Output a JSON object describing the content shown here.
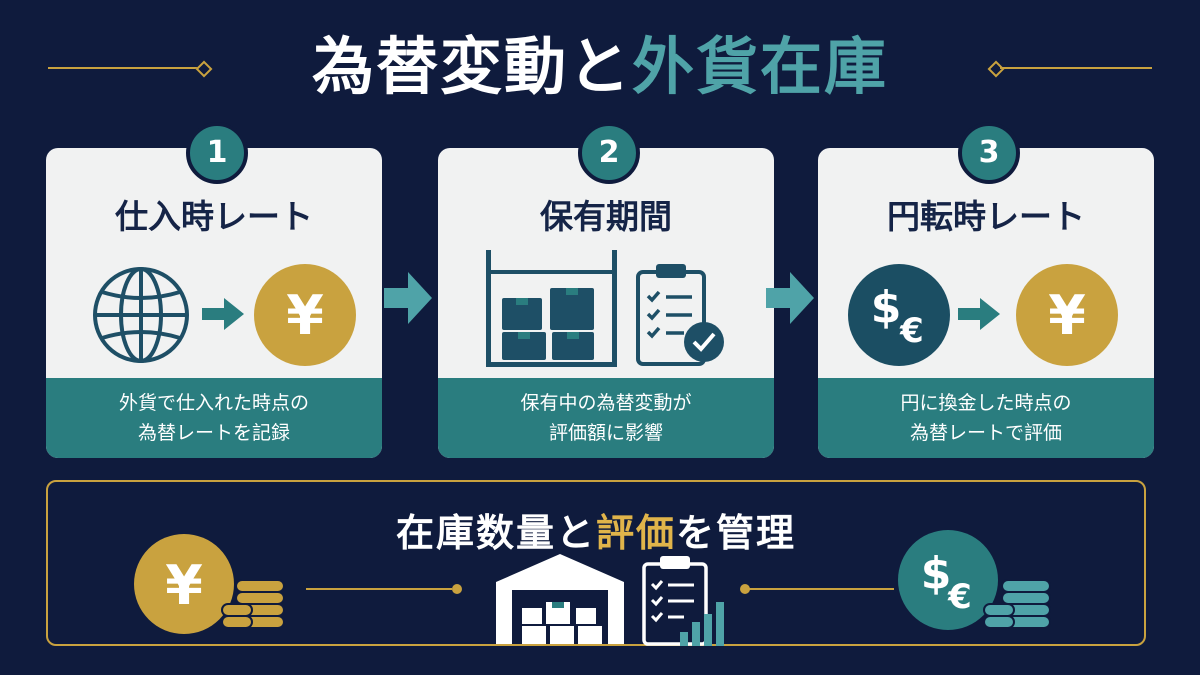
{
  "title": {
    "part1": "為替変動と",
    "part2": "外貨在庫"
  },
  "steps": [
    {
      "number": "1",
      "heading": "仕入時レート",
      "desc_line1": "外貨で仕入れた時点の",
      "desc_line2": "為替レートを記録"
    },
    {
      "number": "2",
      "heading": "保有期間",
      "desc_line1": "保有中の為替変動が",
      "desc_line2": "評価額に影響"
    },
    {
      "number": "3",
      "heading": "円転時レート",
      "desc_line1": "円に換金した時点の",
      "desc_line2": "為替レートで評価"
    }
  ],
  "bottom": {
    "part1": "在庫数量と",
    "part2": "評価",
    "part3": "を管理"
  },
  "symbols": {
    "yen": "¥",
    "dollar": "$",
    "euro": "€"
  },
  "colors": {
    "background": "#0f1b3d",
    "teal": "#2a7d7f",
    "gold": "#c9a23f",
    "card": "#f1f2f2",
    "navy": "#152447"
  },
  "icons": [
    "globe-icon",
    "arrow-right-icon",
    "yen-coin-icon",
    "warehouse-shelf-icon",
    "clipboard-check-icon",
    "dollar-euro-icon",
    "coin-stack-icon",
    "warehouse-icon",
    "clipboard-chart-icon"
  ]
}
